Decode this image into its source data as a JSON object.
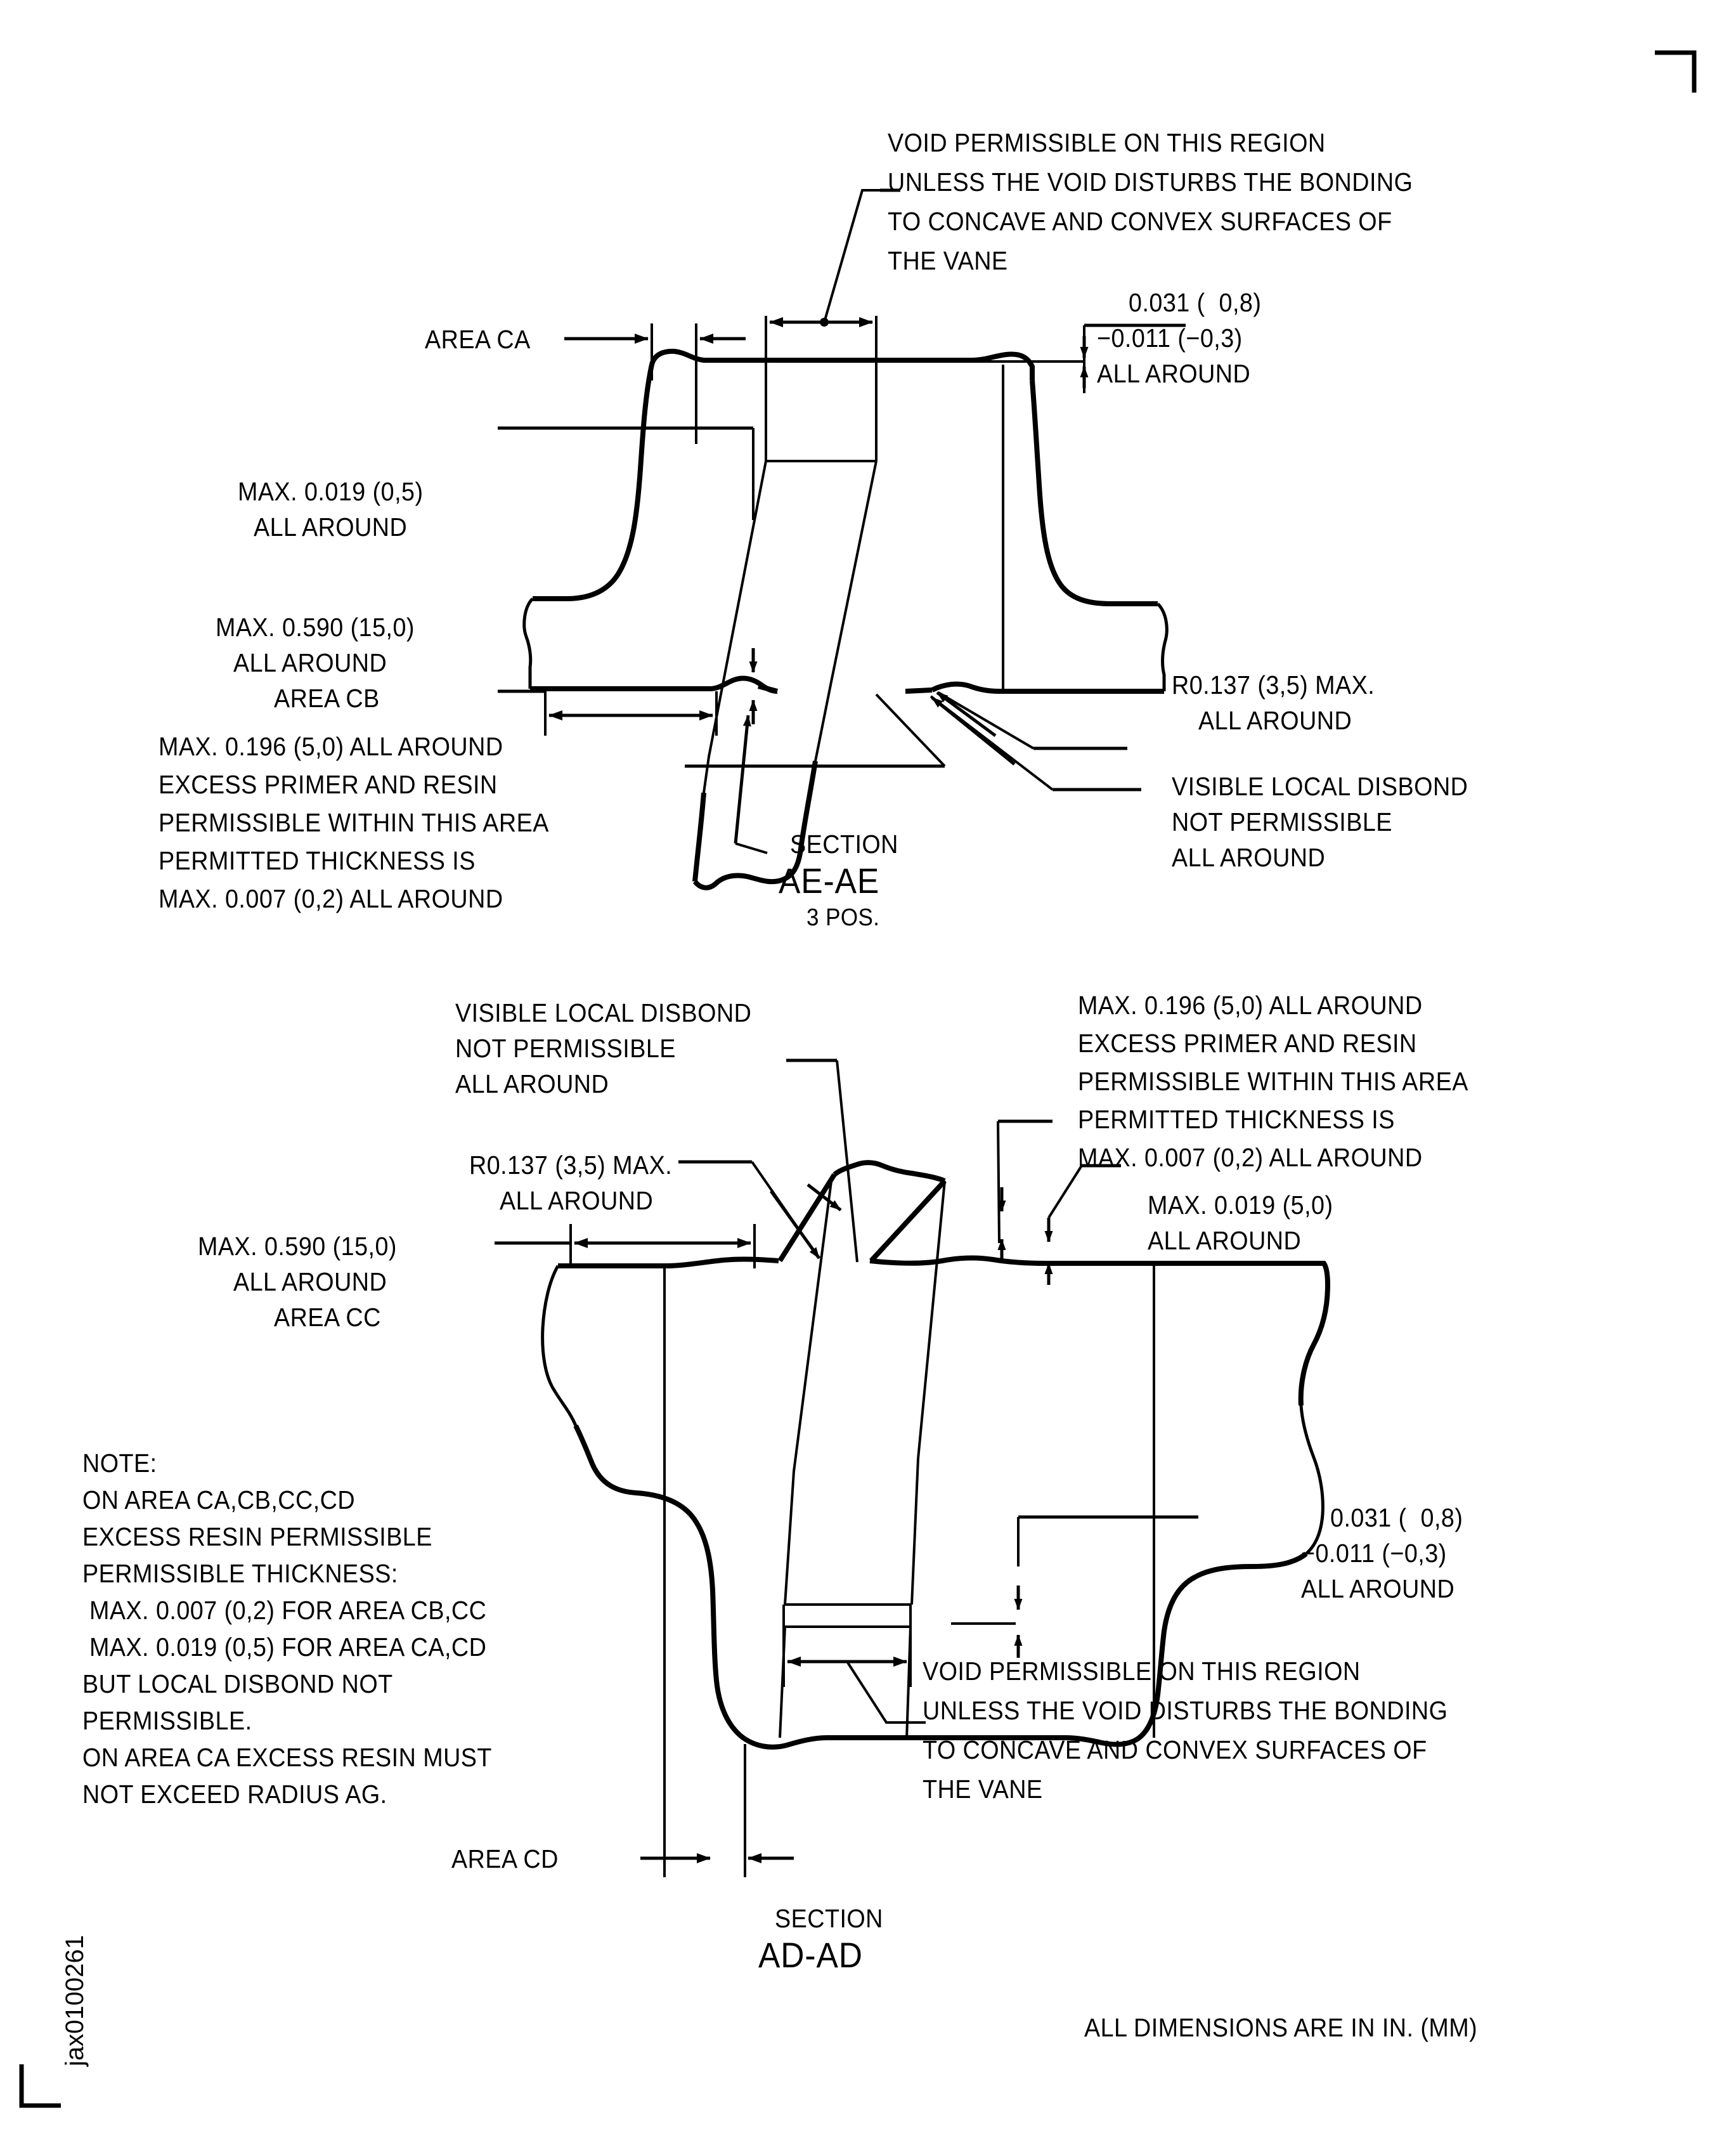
{
  "drawing": {
    "corner_mark_top_right": "corner-bracket",
    "sheet_id": "jax0100261",
    "footer_note": "ALL DIMENSIONS ARE IN IN. (MM)"
  },
  "section_ae": {
    "title_line1": "SECTION",
    "title_line2": "AE-AE",
    "title_line3": "3 POS.",
    "void_note": [
      "VOID PERMISSIBLE ON THIS REGION",
      "UNLESS THE VOID DISTURBS THE BONDING",
      "TO CONCAVE AND CONVEX SURFACES OF",
      "THE VANE"
    ],
    "tolerance_note": [
      "0.031 (  0,8)",
      "−0.011 (−0,3)",
      "ALL AROUND"
    ],
    "area_ca_label": "AREA CA",
    "max_019_note": [
      "MAX. 0.019 (0,5)",
      "ALL AROUND"
    ],
    "max_590_note": [
      "MAX. 0.590 (15,0)",
      "ALL AROUND",
      "AREA CB"
    ],
    "excess_primer_note": [
      "MAX. 0.196 (5,0) ALL AROUND",
      "EXCESS PRIMER AND RESIN",
      "PERMISSIBLE WITHIN THIS AREA",
      "PERMITTED THICKNESS IS",
      "MAX. 0.007 (0,2) ALL AROUND"
    ],
    "radius_note": [
      "R0.137 (3,5) MAX.",
      "ALL AROUND"
    ],
    "disbond_note": [
      "VISIBLE LOCAL DISBOND",
      "NOT PERMISSIBLE",
      "ALL AROUND"
    ]
  },
  "section_ad": {
    "title_line1": "SECTION",
    "title_line2": "AD-AD",
    "disbond_note": [
      "VISIBLE LOCAL DISBOND",
      "NOT PERMISSIBLE",
      "ALL AROUND"
    ],
    "excess_primer_note": [
      "MAX. 0.196 (5,0) ALL AROUND",
      "EXCESS PRIMER AND RESIN",
      "PERMISSIBLE WITHIN THIS AREA",
      "PERMITTED THICKNESS IS",
      "MAX. 0.007 (0,2) ALL AROUND"
    ],
    "radius_note": [
      "R0.137 (3,5) MAX.",
      "ALL AROUND"
    ],
    "max_019_note": [
      "MAX. 0.019 (5,0)",
      "ALL AROUND"
    ],
    "max_590_note": [
      "MAX. 0.590 (15,0)",
      "ALL AROUND",
      "AREA CC"
    ],
    "tolerance_note": [
      "0.031 (  0,8)",
      "−0.011 (−0,3)",
      "ALL AROUND"
    ],
    "void_note": [
      "VOID PERMISSIBLE ON THIS REGION",
      "UNLESS THE VOID DISTURBS THE BONDING",
      "TO CONCAVE AND CONVEX SURFACES OF",
      "THE VANE"
    ],
    "area_cd_label": "AREA CD"
  },
  "note_block": {
    "heading": "NOTE:",
    "lines": [
      "ON AREA CA,CB,CC,CD",
      "EXCESS RESIN PERMISSIBLE",
      "PERMISSIBLE THICKNESS:",
      " MAX. 0.007 (0,2) FOR AREA CB,CC",
      " MAX. 0.019 (0,5) FOR AREA CA,CD",
      "BUT LOCAL DISBOND NOT",
      "PERMISSIBLE.",
      "ON AREA CA EXCESS RESIN MUST",
      "NOT EXCEED RADIUS AG."
    ]
  }
}
